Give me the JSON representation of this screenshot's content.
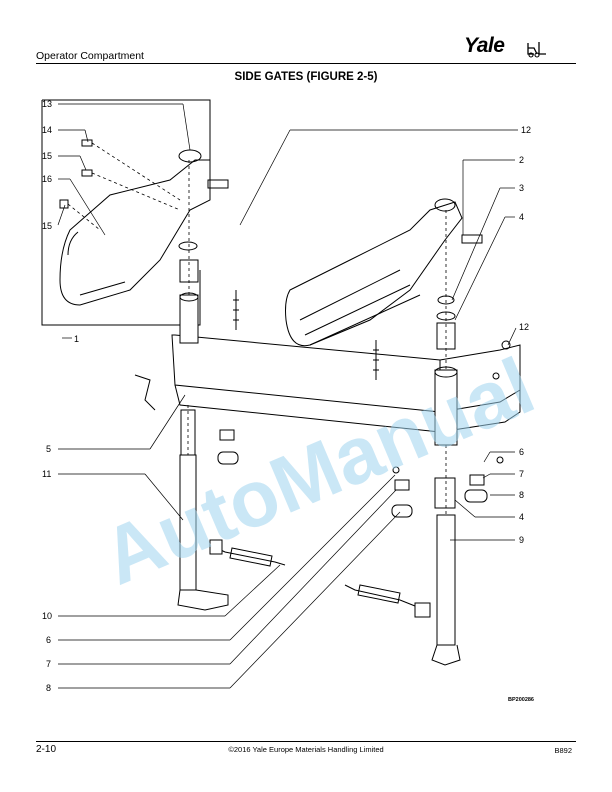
{
  "header": {
    "section": "Operator Compartment",
    "brand": "Yale"
  },
  "figure": {
    "title": "SIDE GATES (FIGURE 2-5)",
    "figure_id": "BP200286",
    "watermark": "AutoManual",
    "callouts": [
      "13",
      "14",
      "15",
      "16",
      "15",
      "1",
      "12",
      "2",
      "3",
      "4",
      "12",
      "5",
      "11",
      "6",
      "7",
      "8",
      "4",
      "9",
      "10",
      "6",
      "7",
      "8"
    ]
  },
  "footer": {
    "page": "2-10",
    "copyright": "©2016 Yale Europe Materials Handling Limited",
    "model": "B892"
  },
  "colors": {
    "watermark": "#9fd3ee",
    "line": "#000000"
  }
}
